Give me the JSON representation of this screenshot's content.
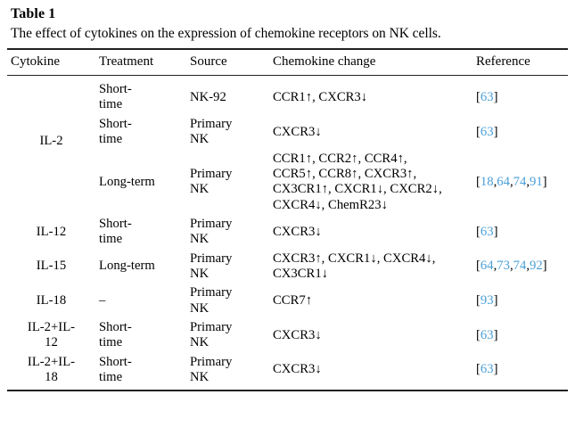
{
  "table": {
    "label": "Table 1",
    "caption": "The effect of cytokines on the expression of chemokine receptors on NK cells.",
    "ref_color": "#4a9fd8",
    "columns": [
      {
        "key": "cytokine",
        "header": "Cytokine"
      },
      {
        "key": "treatment",
        "header": "Treatment"
      },
      {
        "key": "source",
        "header": "Source"
      },
      {
        "key": "chemokine_change",
        "header": "Chemokine change"
      },
      {
        "key": "reference",
        "header": "Reference"
      }
    ],
    "rows": [
      {
        "cytokine": "",
        "treatment": [
          "Short-",
          "time"
        ],
        "source": [
          "NK-92"
        ],
        "chemokine_change": [
          "CCR1↑, CXCR3↓"
        ],
        "reference": "[63]",
        "reference_numbers": [
          "63"
        ]
      },
      {
        "cytokine": "",
        "treatment": [
          "Short-",
          "time"
        ],
        "source": [
          "Primary",
          "NK"
        ],
        "chemokine_change": [
          "CXCR3↓"
        ],
        "reference": "[63]",
        "reference_numbers": [
          "63"
        ]
      },
      {
        "cytokine": "IL-2",
        "treatment": [
          "Long-term"
        ],
        "source": [
          "Primary",
          "NK"
        ],
        "chemokine_change": [
          "CCR1↑, CCR2↑, CCR4↑,",
          "CCR5↑, CCR8↑, CXCR3↑,",
          "CX3CR1↑, CXCR1↓, CXCR2↓,",
          "CXCR4↓, ChemR23↓"
        ],
        "reference": "[18,64,74,91]",
        "reference_numbers": [
          "18",
          "64",
          "74",
          "91"
        ]
      },
      {
        "cytokine": "IL-12",
        "treatment": [
          "Short-",
          "time"
        ],
        "source": [
          "Primary",
          "NK"
        ],
        "chemokine_change": [
          "CXCR3↓"
        ],
        "reference": "[63]",
        "reference_numbers": [
          "63"
        ]
      },
      {
        "cytokine": "IL-15",
        "treatment": [
          "Long-term"
        ],
        "source": [
          "Primary",
          "NK"
        ],
        "chemokine_change": [
          "CXCR3↑, CXCR1↓, CXCR4↓,",
          "CX3CR1↓"
        ],
        "reference": "[64,73,74,92]",
        "reference_numbers": [
          "64",
          "73",
          "74",
          "92"
        ]
      },
      {
        "cytokine": "IL-18",
        "treatment": [
          "–"
        ],
        "source": [
          "Primary",
          "NK"
        ],
        "chemokine_change": [
          "CCR7↑"
        ],
        "reference": "[93]",
        "reference_numbers": [
          "93"
        ]
      },
      {
        "cytokine": "IL-2+IL-12",
        "cytokine_lines": [
          "IL-2+IL-",
          "12"
        ],
        "treatment": [
          "Short-",
          "time"
        ],
        "source": [
          "Primary",
          "NK"
        ],
        "chemokine_change": [
          "CXCR3↓"
        ],
        "reference": "[63]",
        "reference_numbers": [
          "63"
        ]
      },
      {
        "cytokine": "IL-2+IL-18",
        "cytokine_lines": [
          "IL-2+IL-",
          "18"
        ],
        "treatment": [
          "Short-",
          "time"
        ],
        "source": [
          "Primary",
          "NK"
        ],
        "chemokine_change": [
          "CXCR3↓"
        ],
        "reference": "[63]",
        "reference_numbers": [
          "63"
        ]
      }
    ]
  }
}
